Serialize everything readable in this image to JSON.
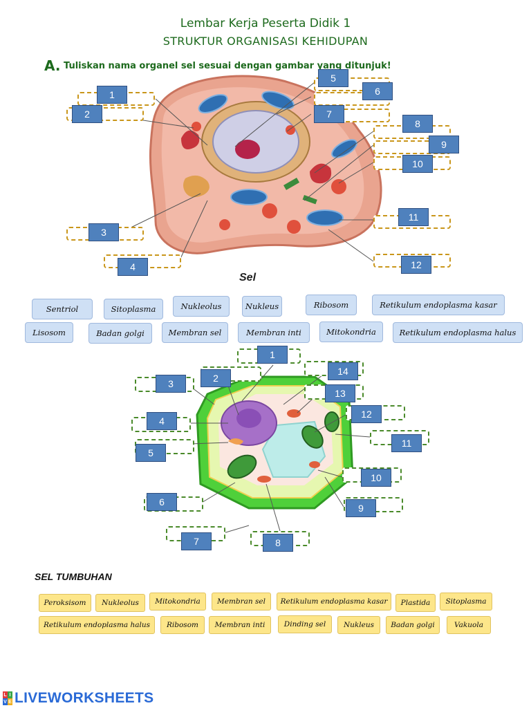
{
  "header": {
    "title": "Lembar Kerja Peserta Didik 1",
    "subtitle": "STRUKTUR ORGANISASI KEHIDUPAN"
  },
  "question": {
    "letter": "A.",
    "text": "Tuliskan nama organel sel sesuai dengan gambar yang ditunjuk!"
  },
  "animal_cell": {
    "caption": "Sel",
    "labels": [
      "1",
      "2",
      "3",
      "4",
      "5",
      "6",
      "7",
      "8",
      "9",
      "10",
      "11",
      "12"
    ],
    "word_bank": [
      "Sentriol",
      "Sitoplasma",
      "Nukleolus",
      "Nukleus",
      "Ribosom",
      "Retikulum endoplasma kasar",
      "Lisosom",
      "Badan golgi",
      "Membran sel",
      "Membran inti",
      "Mitokondria",
      "Retikulum endoplasma halus"
    ]
  },
  "plant_cell": {
    "section_title": "SEL TUMBUHAN",
    "labels": [
      "1",
      "2",
      "3",
      "4",
      "5",
      "6",
      "7",
      "8",
      "9",
      "10",
      "11",
      "12",
      "13",
      "14"
    ],
    "word_bank": [
      "Peroksisom",
      "Nukleolus",
      "Mitokondria",
      "Membran sel",
      "Retikulum endoplasma kasar",
      "Plastida",
      "Sitoplasma",
      "Retikulum endoplasma halus",
      "Ribosom",
      "Membran inti",
      "Dinding sel",
      "Nukleus",
      "Badan golgi",
      "Vakuola"
    ]
  },
  "footer": {
    "brand": "LIVEWORKSHEETS",
    "brand_color": "#2a6ad6"
  },
  "colors": {
    "heading_green": "#1d6a1d",
    "number_box_blue": "#4f81bd",
    "word_chip_blue": "#cfe0f5",
    "word_chip_yellow": "#fde68a"
  }
}
